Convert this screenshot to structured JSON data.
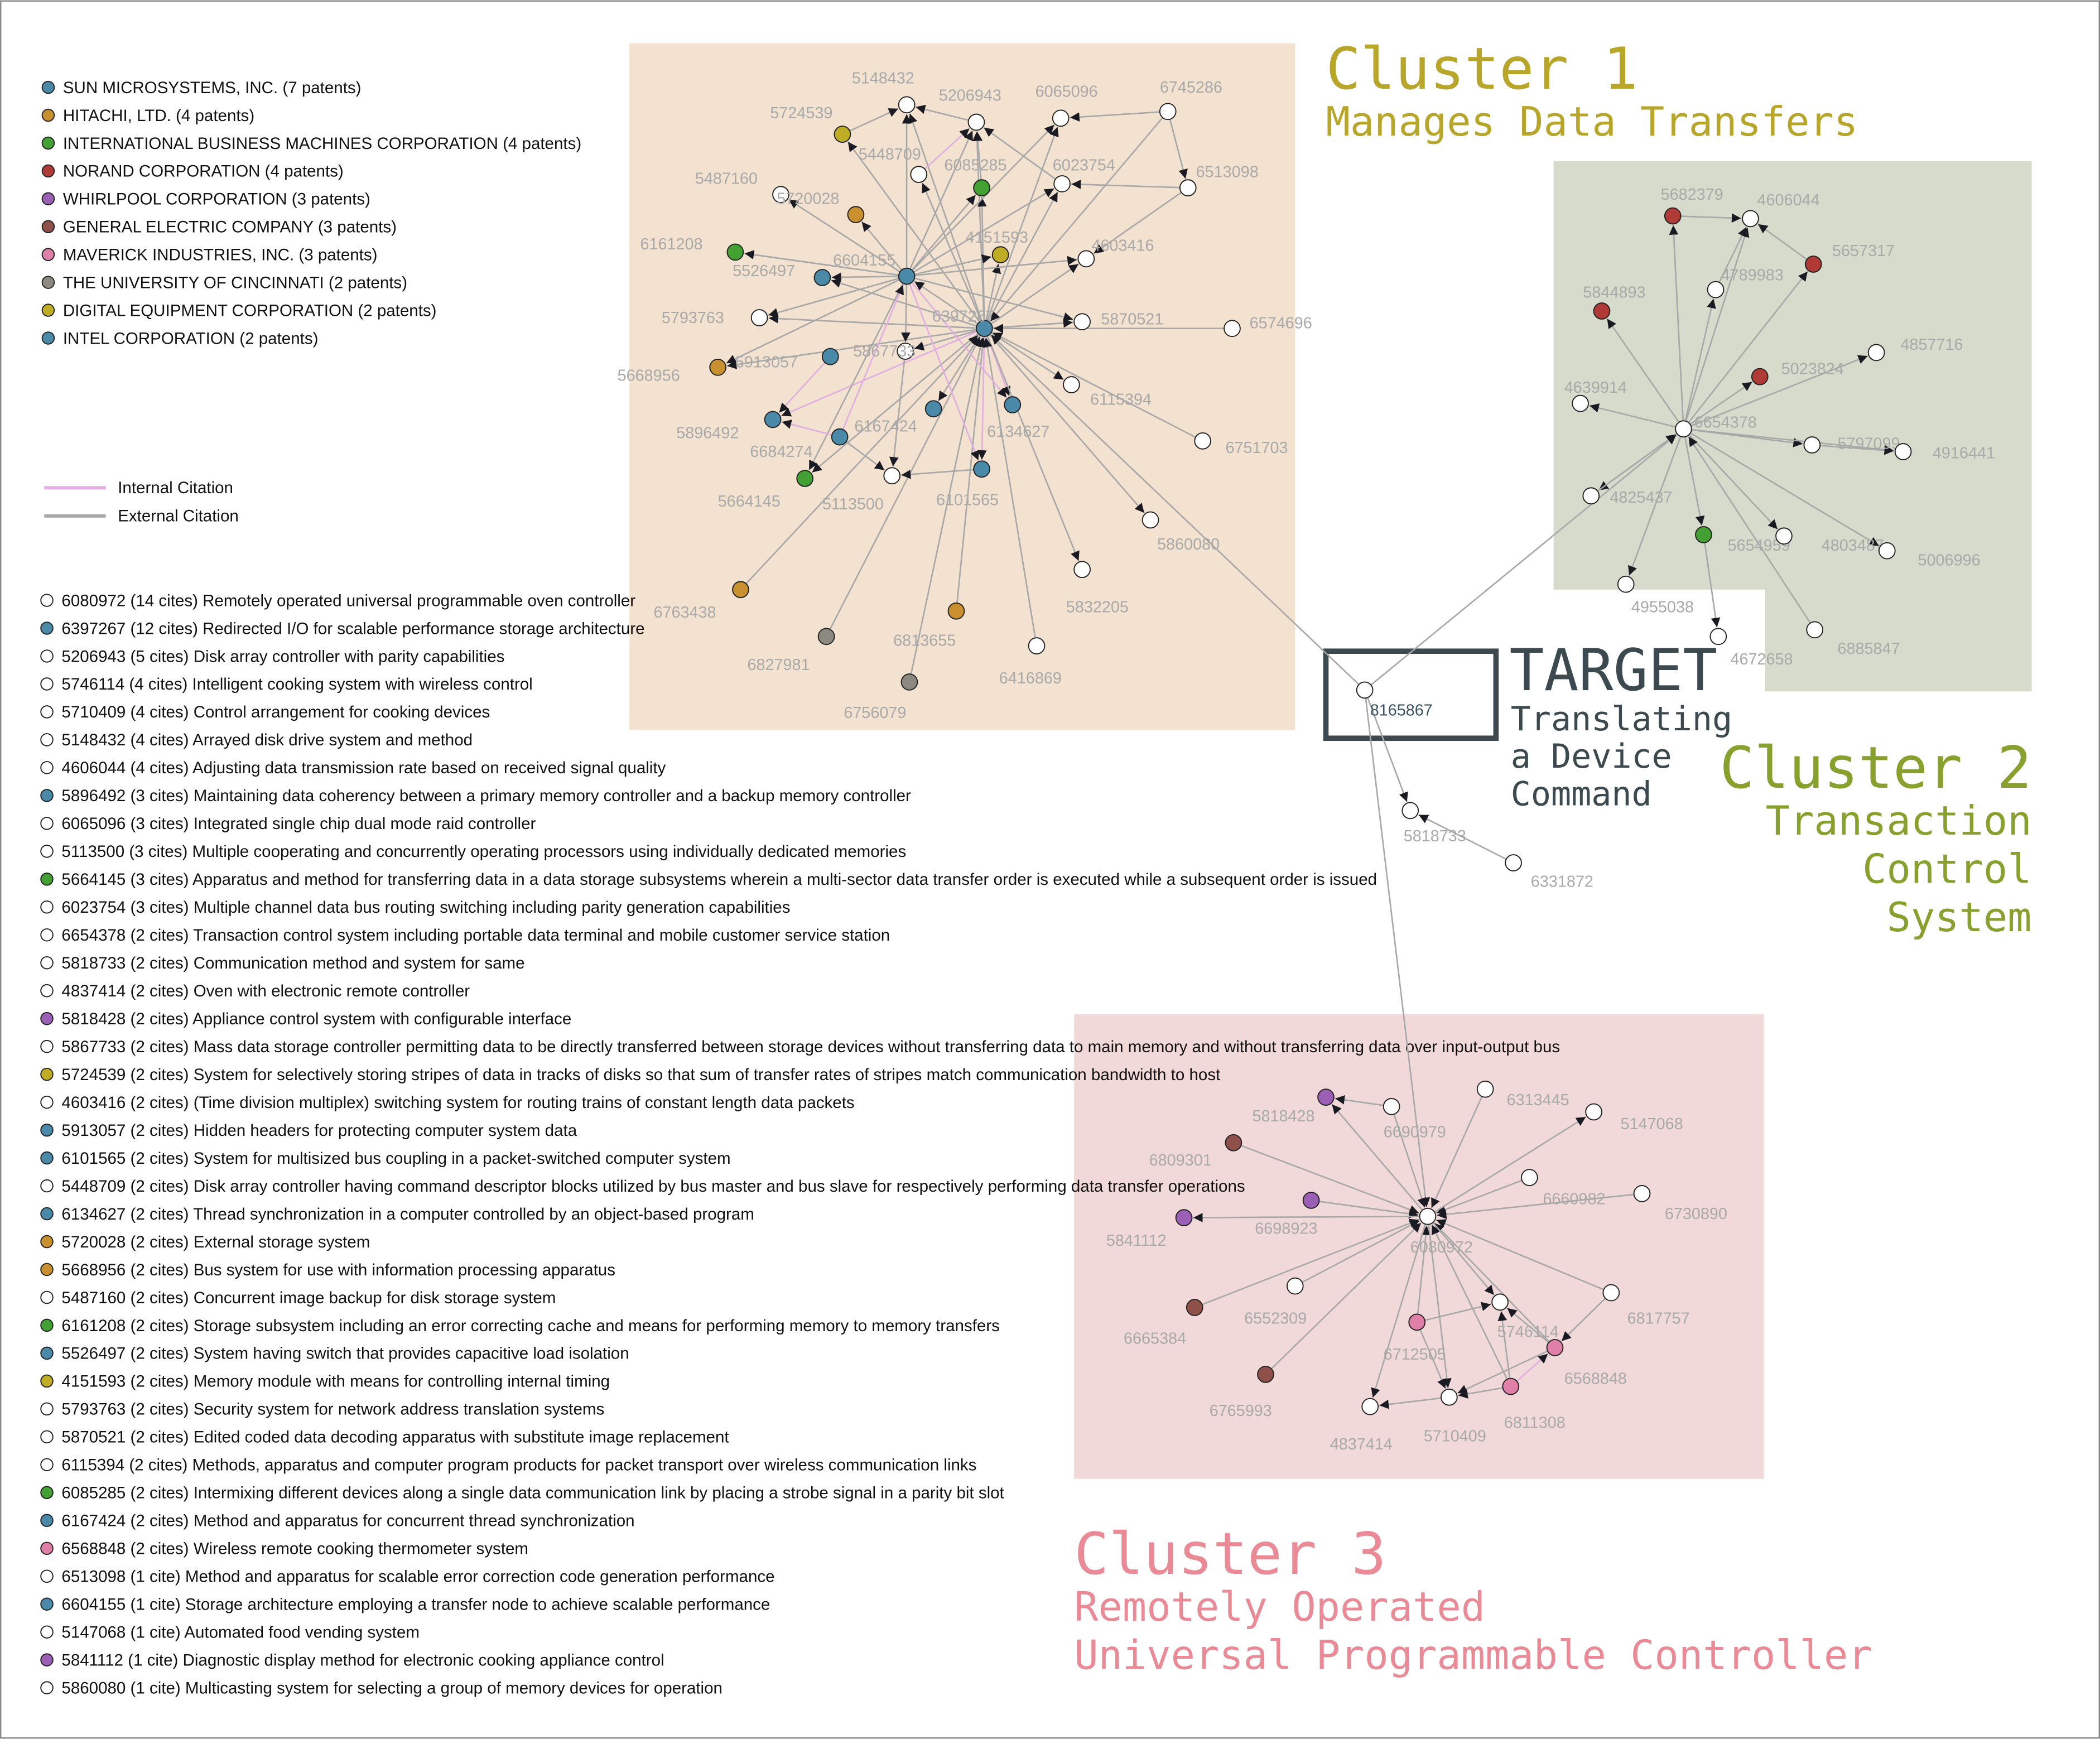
{
  "colors": {
    "sun": "#4a8aa8",
    "hitachi": "#c8902e",
    "ibm": "#43a033",
    "norand": "#b03a35",
    "whirlpool": "#9b5fb5",
    "ge": "#8e5048",
    "maverick": "#e080a8",
    "cincinnati": "#8c8a80",
    "dec": "#bfae25",
    "intel": "#4a8aa8",
    "none": "#ffffff",
    "internal_edge": "#e0aee0",
    "external_edge": "#a8a8a8",
    "cluster1_bg": "#f2e2cf",
    "cluster2_bg": "#d7dbcc",
    "cluster3_bg": "#f1d9d9",
    "cluster1_title": "#b8a62a",
    "cluster2_title": "#88a02e",
    "cluster3_title": "#ea8a96",
    "target": "#3c4a50"
  },
  "assignees": [
    {
      "key": "sun",
      "label": "SUN MICROSYSTEMS, INC. (7 patents)"
    },
    {
      "key": "hitachi",
      "label": "HITACHI, LTD. (4 patents)"
    },
    {
      "key": "ibm",
      "label": "INTERNATIONAL BUSINESS MACHINES CORPORATION (4 patents)"
    },
    {
      "key": "norand",
      "label": "NORAND CORPORATION (4 patents)"
    },
    {
      "key": "whirlpool",
      "label": "WHIRLPOOL CORPORATION (3 patents)"
    },
    {
      "key": "ge",
      "label": "GENERAL ELECTRIC COMPANY (3 patents)"
    },
    {
      "key": "maverick",
      "label": "MAVERICK INDUSTRIES, INC. (3 patents)"
    },
    {
      "key": "cincinnati",
      "label": "THE UNIVERSITY OF CINCINNATI (2 patents)"
    },
    {
      "key": "dec",
      "label": "DIGITAL EQUIPMENT CORPORATION (2 patents)"
    },
    {
      "key": "intel",
      "label": "INTEL CORPORATION (2 patents)"
    }
  ],
  "edge_legend": {
    "internal": "Internal Citation",
    "external": "External Citation"
  },
  "patents": [
    {
      "key": "none",
      "label": "6080972 (14 cites) Remotely operated universal programmable oven controller"
    },
    {
      "key": "sun",
      "label": "6397267 (12 cites) Redirected I/O for scalable performance storage architecture"
    },
    {
      "key": "none",
      "label": "5206943 (5 cites) Disk array controller with parity capabilities"
    },
    {
      "key": "none",
      "label": "5746114 (4 cites) Intelligent cooking system with wireless control"
    },
    {
      "key": "none",
      "label": "5710409 (4 cites) Control arrangement for cooking devices"
    },
    {
      "key": "none",
      "label": "5148432 (4 cites) Arrayed disk drive system and method"
    },
    {
      "key": "none",
      "label": "4606044 (4 cites) Adjusting data transmission rate based on received signal quality"
    },
    {
      "key": "sun",
      "label": "5896492 (3 cites) Maintaining data coherency between a primary memory controller and a backup memory controller"
    },
    {
      "key": "none",
      "label": "6065096 (3 cites) Integrated single chip dual mode raid controller"
    },
    {
      "key": "none",
      "label": "5113500 (3 cites) Multiple cooperating and concurrently operating processors using individually dedicated memories"
    },
    {
      "key": "ibm",
      "label": "5664145 (3 cites) Apparatus and method for transferring data in a data storage subsystems wherein a multi-sector data transfer order is executed while a subsequent order is issued"
    },
    {
      "key": "none",
      "label": "6023754 (3 cites) Multiple channel data bus routing switching including parity generation capabilities"
    },
    {
      "key": "none",
      "label": "6654378 (2 cites) Transaction control system including portable data terminal and mobile customer service station"
    },
    {
      "key": "none",
      "label": "5818733 (2 cites) Communication method and system for same"
    },
    {
      "key": "none",
      "label": "4837414 (2 cites) Oven with electronic remote controller"
    },
    {
      "key": "whirlpool",
      "label": "5818428 (2 cites) Appliance control system with configurable interface"
    },
    {
      "key": "none",
      "label": "5867733 (2 cites) Mass data storage controller permitting data to be directly transferred between storage devices without transferring data to main memory and without transferring data over input-output bus"
    },
    {
      "key": "dec",
      "label": "5724539 (2 cites) System for selectively storing stripes of data in tracks of disks so that sum of transfer rates of stripes match communication bandwidth to host"
    },
    {
      "key": "none",
      "label": "4603416 (2 cites) (Time division multiplex) switching system for routing trains of constant length data packets"
    },
    {
      "key": "sun",
      "label": "5913057 (2 cites) Hidden headers for protecting computer system data"
    },
    {
      "key": "sun",
      "label": "6101565 (2 cites) System for multisized bus coupling in a packet-switched computer system"
    },
    {
      "key": "none",
      "label": "5448709 (2 cites) Disk array controller having command descriptor blocks utilized by bus master and bus slave for respectively performing data transfer operations"
    },
    {
      "key": "sun",
      "label": "6134627 (2 cites) Thread synchronization in a computer controlled by an object-based program"
    },
    {
      "key": "hitachi",
      "label": "5720028 (2 cites) External storage system"
    },
    {
      "key": "hitachi",
      "label": "5668956 (2 cites) Bus system for use with information processing apparatus"
    },
    {
      "key": "none",
      "label": "5487160 (2 cites) Concurrent image backup for disk storage system"
    },
    {
      "key": "ibm",
      "label": "6161208 (2 cites) Storage subsystem including an error correcting cache and means for performing memory to memory transfers"
    },
    {
      "key": "sun",
      "label": "5526497 (2 cites) System having switch that provides capacitive load isolation"
    },
    {
      "key": "dec",
      "label": "4151593 (2 cites) Memory module with means for controlling internal timing"
    },
    {
      "key": "none",
      "label": "5793763 (2 cites) Security system for network address translation systems"
    },
    {
      "key": "none",
      "label": "5870521 (2 cites) Edited coded data decoding apparatus with substitute image replacement"
    },
    {
      "key": "none",
      "label": "6115394 (2 cites) Methods, apparatus and computer program products for packet transport over wireless communication links"
    },
    {
      "key": "ibm",
      "label": "6085285 (2 cites) Intermixing different devices along a single data communication link by placing a strobe signal in a parity bit slot"
    },
    {
      "key": "sun",
      "label": "6167424 (2 cites) Method and apparatus for concurrent thread synchronization"
    },
    {
      "key": "maverick",
      "label": "6568848 (2 cites) Wireless remote cooking thermometer system"
    },
    {
      "key": "none",
      "label": "6513098 (1 cite) Method and apparatus for scalable error correction code generation performance"
    },
    {
      "key": "sun",
      "label": "6604155 (1 cite) Storage architecture employing a transfer node to achieve scalable performance"
    },
    {
      "key": "none",
      "label": "5147068 (1 cite) Automated food vending system"
    },
    {
      "key": "whirlpool",
      "label": "5841112 (1 cite) Diagnostic display method for electronic cooking appliance control"
    },
    {
      "key": "none",
      "label": "5860080 (1 cite) Multicasting system for selecting a group of memory devices for operation"
    }
  ],
  "clusters": {
    "c1": {
      "title": "Cluster 1",
      "subtitle": [
        "Manages Data Transfers"
      ]
    },
    "c2": {
      "title": "Cluster 2",
      "subtitle": [
        "Transaction",
        "Control",
        "System"
      ]
    },
    "c3": {
      "title": "Cluster 3",
      "subtitle": [
        "Remotely Operated",
        "Universal Programmable Controller"
      ]
    },
    "target": {
      "title": "TARGET",
      "subtitle": [
        "Translating",
        "a Device",
        "Command"
      ]
    }
  },
  "nodes": [
    {
      "id": "6397267",
      "key": "sun"
    },
    {
      "id": "6604155",
      "key": "sun"
    },
    {
      "id": "5148432",
      "key": "none"
    },
    {
      "id": "5206943",
      "key": "none"
    },
    {
      "id": "6065096",
      "key": "none"
    },
    {
      "id": "6745286",
      "key": "none"
    },
    {
      "id": "5724539",
      "key": "dec"
    },
    {
      "id": "5448709",
      "key": "none"
    },
    {
      "id": "6085285",
      "key": "ibm"
    },
    {
      "id": "6023754",
      "key": "none"
    },
    {
      "id": "6513098",
      "key": "none"
    },
    {
      "id": "5487160",
      "key": "none"
    },
    {
      "id": "5720028",
      "key": "hitachi"
    },
    {
      "id": "4151593",
      "key": "dec"
    },
    {
      "id": "4603416",
      "key": "none"
    },
    {
      "id": "6161208",
      "key": "ibm"
    },
    {
      "id": "5526497",
      "key": "sun"
    },
    {
      "id": "5793763",
      "key": "none"
    },
    {
      "id": "5870521",
      "key": "none"
    },
    {
      "id": "6574696",
      "key": "none"
    },
    {
      "id": "5867733",
      "key": "none"
    },
    {
      "id": "5913057",
      "key": "sun"
    },
    {
      "id": "5668956",
      "key": "hitachi"
    },
    {
      "id": "6115394",
      "key": "none"
    },
    {
      "id": "5896492",
      "key": "sun"
    },
    {
      "id": "6684274",
      "key": "sun"
    },
    {
      "id": "6167424",
      "key": "sun"
    },
    {
      "id": "6134627",
      "key": "sun"
    },
    {
      "id": "6751703",
      "key": "none"
    },
    {
      "id": "5664145",
      "key": "ibm"
    },
    {
      "id": "5113500",
      "key": "none"
    },
    {
      "id": "6101565",
      "key": "sun"
    },
    {
      "id": "5860080",
      "key": "none"
    },
    {
      "id": "5832205",
      "key": "none"
    },
    {
      "id": "6763438",
      "key": "hitachi"
    },
    {
      "id": "6813655",
      "key": "hitachi"
    },
    {
      "id": "6416869",
      "key": "none"
    },
    {
      "id": "6827981",
      "key": "cincinnati"
    },
    {
      "id": "6756079",
      "key": "cincinnati"
    },
    {
      "id": "6654378",
      "key": "none"
    },
    {
      "id": "5682379",
      "key": "norand"
    },
    {
      "id": "4606044",
      "key": "none"
    },
    {
      "id": "5657317",
      "key": "norand"
    },
    {
      "id": "4789983",
      "key": "none"
    },
    {
      "id": "5844893",
      "key": "norand"
    },
    {
      "id": "4857716",
      "key": "none"
    },
    {
      "id": "5023824",
      "key": "norand"
    },
    {
      "id": "4639914",
      "key": "none"
    },
    {
      "id": "5797099",
      "key": "none"
    },
    {
      "id": "4916441",
      "key": "none"
    },
    {
      "id": "4825437",
      "key": "none"
    },
    {
      "id": "5654959",
      "key": "ibm"
    },
    {
      "id": "4803487",
      "key": "none"
    },
    {
      "id": "5006996",
      "key": "none"
    },
    {
      "id": "4955038",
      "key": "none"
    },
    {
      "id": "4672658",
      "key": "none"
    },
    {
      "id": "6885847",
      "key": "none"
    },
    {
      "id": "8165867",
      "key": "none"
    },
    {
      "id": "5818733",
      "key": "none"
    },
    {
      "id": "6331872",
      "key": "none"
    },
    {
      "id": "6080972",
      "key": "none"
    },
    {
      "id": "5818428",
      "key": "whirlpool"
    },
    {
      "id": "6690979",
      "key": "none"
    },
    {
      "id": "6313445",
      "key": "none"
    },
    {
      "id": "5147068",
      "key": "none"
    },
    {
      "id": "6809301",
      "key": "ge"
    },
    {
      "id": "6660982",
      "key": "none"
    },
    {
      "id": "6730890",
      "key": "none"
    },
    {
      "id": "6698923",
      "key": "whirlpool"
    },
    {
      "id": "5841112",
      "key": "whirlpool"
    },
    {
      "id": "6552309",
      "key": "none"
    },
    {
      "id": "6817757",
      "key": "none"
    },
    {
      "id": "6665384",
      "key": "ge"
    },
    {
      "id": "5746114",
      "key": "none"
    },
    {
      "id": "6712505",
      "key": "maverick"
    },
    {
      "id": "6568848",
      "key": "maverick"
    },
    {
      "id": "6765993",
      "key": "ge"
    },
    {
      "id": "6811308",
      "key": "maverick"
    },
    {
      "id": "5710409",
      "key": "none"
    },
    {
      "id": "4837414",
      "key": "none"
    }
  ],
  "edges": [
    [
      "6397267",
      "5148432",
      "e"
    ],
    [
      "6397267",
      "5206943",
      "e"
    ],
    [
      "6397267",
      "6065096",
      "e"
    ],
    [
      "6397267",
      "5448709",
      "e"
    ],
    [
      "6397267",
      "6085285",
      "e"
    ],
    [
      "6397267",
      "6023754",
      "e"
    ],
    [
      "6397267",
      "5724539",
      "e"
    ],
    [
      "6397267",
      "4151593",
      "e"
    ],
    [
      "6397267",
      "4603416",
      "e"
    ],
    [
      "6397267",
      "5526497",
      "e"
    ],
    [
      "6397267",
      "5793763",
      "e"
    ],
    [
      "6397267",
      "5870521",
      "e"
    ],
    [
      "6397267",
      "5867733",
      "e"
    ],
    [
      "6397267",
      "5668956",
      "e"
    ],
    [
      "6397267",
      "6115394",
      "e"
    ],
    [
      "6397267",
      "5896492",
      "i"
    ],
    [
      "6397267",
      "6167424",
      "e"
    ],
    [
      "6397267",
      "6134627",
      "i"
    ],
    [
      "6397267",
      "5664145",
      "e"
    ],
    [
      "6397267",
      "6101565",
      "i"
    ],
    [
      "6397267",
      "5860080",
      "e"
    ],
    [
      "6397267",
      "5832205",
      "e"
    ],
    [
      "6397267",
      "6604155",
      "e"
    ],
    [
      "6574696",
      "6397267",
      "e"
    ],
    [
      "6751703",
      "6397267",
      "e"
    ],
    [
      "6745286",
      "6397267",
      "e"
    ],
    [
      "6763438",
      "6397267",
      "e"
    ],
    [
      "6827981",
      "6397267",
      "e"
    ],
    [
      "6756079",
      "6397267",
      "e"
    ],
    [
      "6813655",
      "6397267",
      "e"
    ],
    [
      "6416869",
      "6397267",
      "e"
    ],
    [
      "6604155",
      "5148432",
      "e"
    ],
    [
      "6604155",
      "5206943",
      "e"
    ],
    [
      "6604155",
      "5720028",
      "e"
    ],
    [
      "6604155",
      "6161208",
      "e"
    ],
    [
      "6604155",
      "5526497",
      "e"
    ],
    [
      "6604155",
      "5793763",
      "e"
    ],
    [
      "6604155",
      "5668956",
      "e"
    ],
    [
      "6604155",
      "5870521",
      "e"
    ],
    [
      "6604155",
      "4603416",
      "e"
    ],
    [
      "6604155",
      "4151593",
      "e"
    ],
    [
      "6604155",
      "6085285",
      "e"
    ],
    [
      "6604155",
      "6065096",
      "e"
    ],
    [
      "6604155",
      "6023754",
      "e"
    ],
    [
      "6604155",
      "5867733",
      "e"
    ],
    [
      "6604155",
      "5664145",
      "e"
    ],
    [
      "6604155",
      "6101565",
      "i"
    ],
    [
      "6604155",
      "6134627",
      "i"
    ],
    [
      "6604155",
      "5487160",
      "e"
    ],
    [
      "6684274",
      "6604155",
      "i"
    ],
    [
      "6684274",
      "5896492",
      "i"
    ],
    [
      "6684274",
      "5113500",
      "e"
    ],
    [
      "5913057",
      "5896492",
      "i"
    ],
    [
      "5867733",
      "5113500",
      "e"
    ],
    [
      "6101565",
      "5113500",
      "e"
    ],
    [
      "6745286",
      "6065096",
      "e"
    ],
    [
      "6745286",
      "6513098",
      "e"
    ],
    [
      "6513098",
      "6023754",
      "e"
    ],
    [
      "6513098",
      "4603416",
      "e"
    ],
    [
      "6023754",
      "5206943",
      "e"
    ],
    [
      "5724539",
      "5148432",
      "e"
    ],
    [
      "5206943",
      "5148432",
      "e"
    ],
    [
      "5448709",
      "5206943",
      "i"
    ],
    [
      "6085285",
      "5206943",
      "e"
    ],
    [
      "6654378",
      "5682379",
      "e"
    ],
    [
      "6654378",
      "4606044",
      "e"
    ],
    [
      "6654378",
      "4789983",
      "e"
    ],
    [
      "6654378",
      "5657317",
      "e"
    ],
    [
      "6654378",
      "5844893",
      "e"
    ],
    [
      "6654378",
      "4639914",
      "e"
    ],
    [
      "6654378",
      "5023824",
      "e"
    ],
    [
      "6654378",
      "4857716",
      "e"
    ],
    [
      "6654378",
      "5797099",
      "e"
    ],
    [
      "6654378",
      "4916441",
      "e"
    ],
    [
      "6654378",
      "4825437",
      "e"
    ],
    [
      "4825437",
      "6654378",
      "e"
    ],
    [
      "6654378",
      "5654959",
      "e"
    ],
    [
      "6654378",
      "4955038",
      "e"
    ],
    [
      "6654378",
      "4803487",
      "e"
    ],
    [
      "6654378",
      "5006996",
      "e"
    ],
    [
      "6885847",
      "6654378",
      "e"
    ],
    [
      "5682379",
      "4606044",
      "e"
    ],
    [
      "4789983",
      "4606044",
      "e"
    ],
    [
      "5657317",
      "4606044",
      "e"
    ],
    [
      "5654959",
      "4672658",
      "e"
    ],
    [
      "5797099",
      "4916441",
      "e"
    ],
    [
      "8165867",
      "6397267",
      "e"
    ],
    [
      "8165867",
      "6654378",
      "e"
    ],
    [
      "8165867",
      "6080972",
      "e"
    ],
    [
      "8165867",
      "5818733",
      "e"
    ],
    [
      "6331872",
      "5818733",
      "e"
    ],
    [
      "6690979",
      "6080972",
      "e"
    ],
    [
      "6313445",
      "6080972",
      "e"
    ],
    [
      "6809301",
      "6080972",
      "e"
    ],
    [
      "6660982",
      "6080972",
      "e"
    ],
    [
      "6730890",
      "6080972",
      "e"
    ],
    [
      "6698923",
      "6080972",
      "e"
    ],
    [
      "6552309",
      "6080972",
      "e"
    ],
    [
      "6665384",
      "6080972",
      "e"
    ],
    [
      "6765993",
      "6080972",
      "e"
    ],
    [
      "6712505",
      "6080972",
      "e"
    ],
    [
      "6811308",
      "6080972",
      "e"
    ],
    [
      "6568848",
      "6080972",
      "e"
    ],
    [
      "6817757",
      "6080972",
      "e"
    ],
    [
      "6080972",
      "5818428",
      "e"
    ],
    [
      "6080972",
      "5147068",
      "e"
    ],
    [
      "6080972",
      "5841112",
      "e"
    ],
    [
      "6080972",
      "5746114",
      "e"
    ],
    [
      "6080972",
      "5710409",
      "e"
    ],
    [
      "6080972",
      "4837414",
      "e"
    ],
    [
      "6690979",
      "5818428",
      "e"
    ],
    [
      "6712505",
      "5746114",
      "e"
    ],
    [
      "6712505",
      "5710409",
      "e"
    ],
    [
      "6568848",
      "5746114",
      "e"
    ],
    [
      "6568848",
      "5710409",
      "e"
    ],
    [
      "6811308",
      "5710409",
      "e"
    ],
    [
      "6811308",
      "5746114",
      "e"
    ],
    [
      "6811308",
      "6568848",
      "i"
    ],
    [
      "5710409",
      "4837414",
      "e"
    ],
    [
      "6817757",
      "6568848",
      "e"
    ]
  ]
}
